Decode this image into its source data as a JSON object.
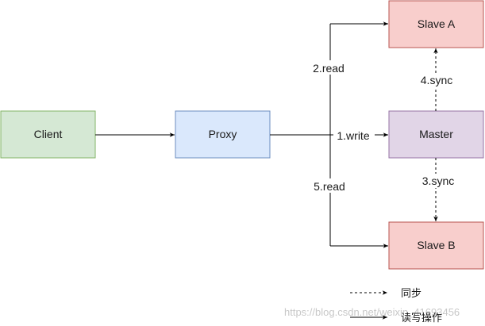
{
  "nodes": {
    "client": "Client",
    "proxy": "Proxy",
    "master": "Master",
    "slave_a": "Slave A",
    "slave_b": "Slave B"
  },
  "edges": {
    "read_a": "2.read",
    "write": "1.write",
    "read_b": "5.read",
    "sync_a": "4.sync",
    "sync_b": "3.sync"
  },
  "legend": {
    "sync": "同步",
    "rw": "读写操作"
  },
  "watermark": "https://blog.csdn.net/weixin_41693456",
  "colors": {
    "client_fill": "#d5e8d4",
    "client_stroke": "#82b366",
    "proxy_fill": "#dae8fc",
    "proxy_stroke": "#6c8ebf",
    "master_fill": "#e1d5e7",
    "master_stroke": "#9673a6",
    "slave_fill": "#f8cecc",
    "slave_stroke": "#b85450"
  }
}
